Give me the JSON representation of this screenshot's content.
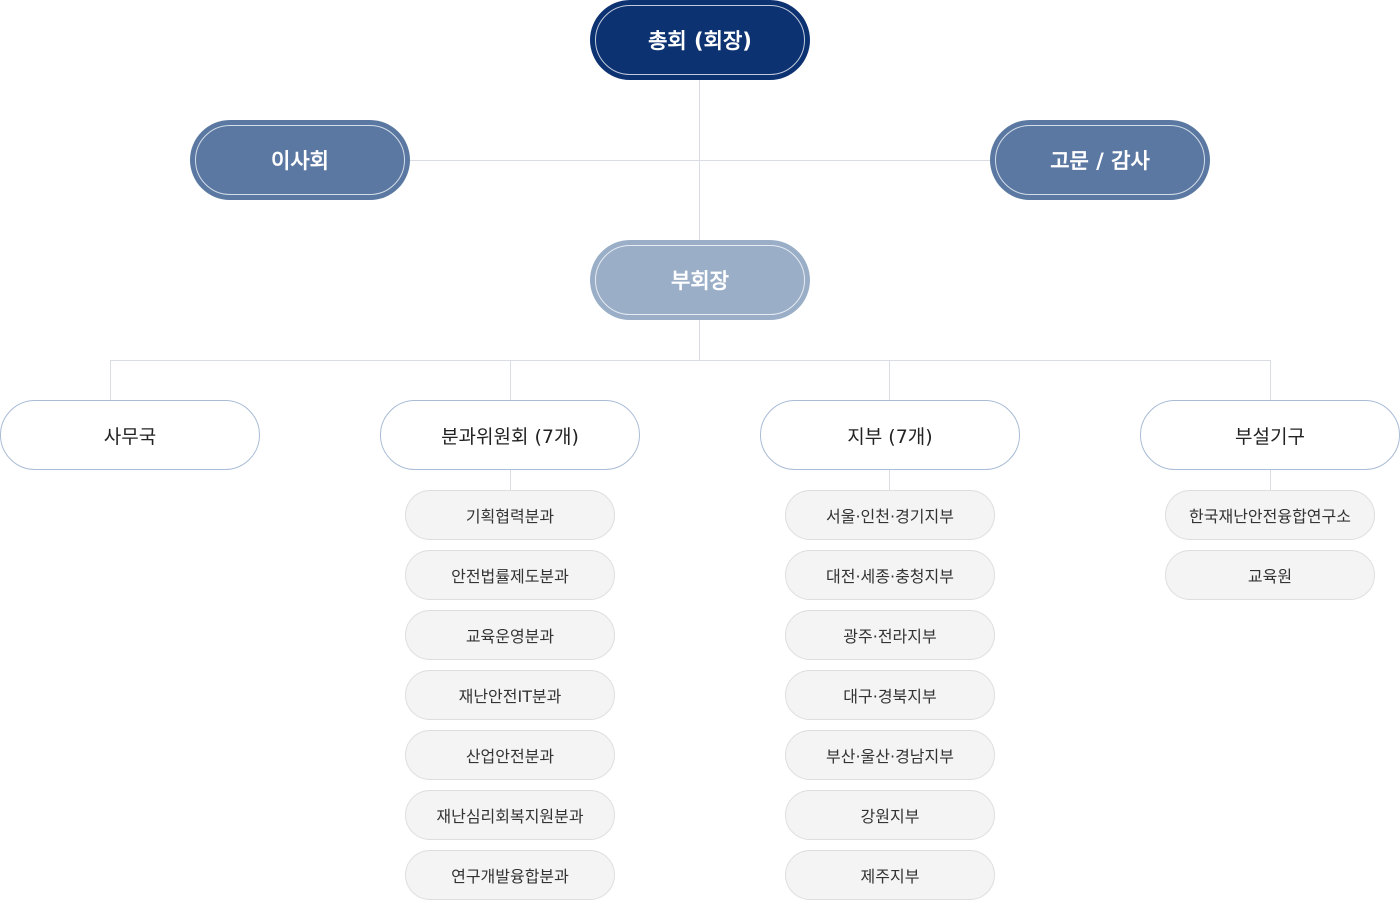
{
  "president": {
    "label": "총회 (회장)"
  },
  "board": {
    "label": "이사회"
  },
  "advisor": {
    "label": "고문 / 감사"
  },
  "vice_president": {
    "label": "부회장"
  },
  "divisions": [
    {
      "label": "사무국",
      "children": []
    },
    {
      "label": "분과위원회 (7개)",
      "children": [
        "기획협력분과",
        "안전법률제도분과",
        "교육운영분과",
        "재난안전IT분과",
        "산업안전분과",
        "재난심리회복지원분과",
        "연구개발융합분과"
      ]
    },
    {
      "label": "지부 (7개)",
      "children": [
        "서울·인천·경기지부",
        "대전·세종·충청지부",
        "광주·전라지부",
        "대구·경북지부",
        "부산·울산·경남지부",
        "강원지부",
        "제주지부"
      ]
    },
    {
      "label": "부설기구",
      "children": [
        "한국재난안전융합연구소",
        "교육원"
      ]
    }
  ],
  "colors": {
    "president": "#0c3272",
    "board": "#5a78a2",
    "vice_president": "#9aaec8",
    "division_border": "#a9bcd6",
    "subitem_fill": "#f4f4f4",
    "connector": "#d9dde3"
  }
}
